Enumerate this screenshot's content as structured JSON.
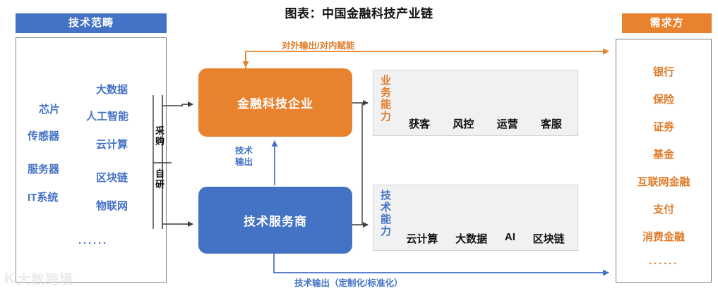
{
  "title": "图表：中国金融科技产业链",
  "left_panel": {
    "header": "技术范畴",
    "column_a": [
      "芯片",
      "传感器",
      "服务器",
      "IT系统"
    ],
    "column_b": [
      "大数据",
      "人工智能",
      "云计算",
      "区块链",
      "物联网"
    ],
    "ellipsis": "······"
  },
  "right_panel": {
    "header": "需求方",
    "items": [
      "银行",
      "保险",
      "证券",
      "基金",
      "互联网金融",
      "支付",
      "消费金融",
      "······"
    ]
  },
  "nodes": {
    "fintech_company": "金融科技企业",
    "tech_provider": "技术服务商"
  },
  "capability_business": {
    "vertical_label": "业务能力",
    "tags": [
      "获客",
      "风控",
      "运营",
      "客服"
    ]
  },
  "capability_tech": {
    "vertical_label": "技术能力",
    "tags": [
      "云计算",
      "大数据",
      "AI",
      "区块链"
    ]
  },
  "edges": {
    "procure": "采购",
    "self_develop": "自研",
    "external_output": "对外输出/对内赋能",
    "tech_output_vertical": "技术输出",
    "tech_output_bottom": "技术输出（定制化/标准化）"
  },
  "watermark": {
    "mark": "K",
    "text": "大数跨境"
  },
  "colors": {
    "blue": "#4472C4",
    "orange": "#E8822F",
    "orange_text": "#E07B29",
    "panel_gray": "#F1F1F1",
    "border_gray": "#808080",
    "arrow_dark": "#3F3F3F"
  }
}
